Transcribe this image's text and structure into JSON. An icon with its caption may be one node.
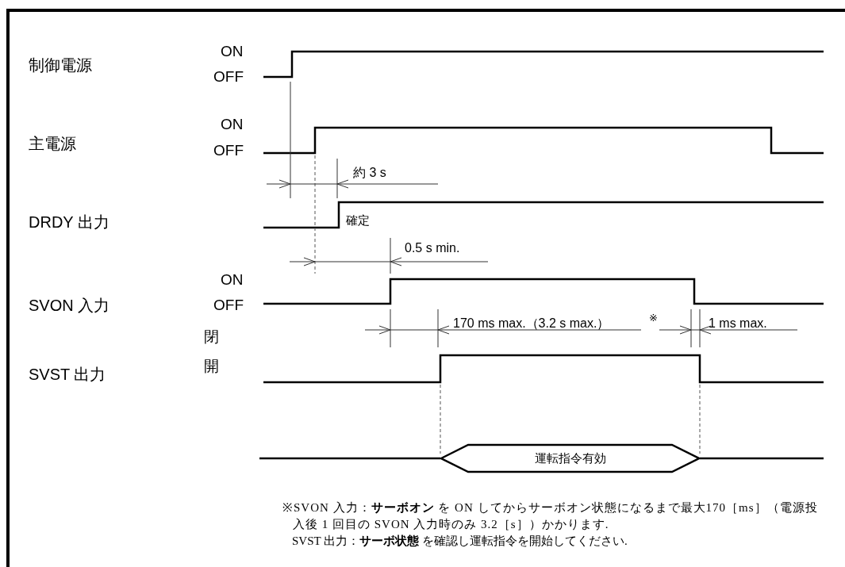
{
  "diagram": {
    "nodes": [
      {
        "text": [
          "運転指令有効"
        ]
      }
    ],
    "labels": [
      "制御電源",
      "ON",
      "OFF",
      "主電源",
      "ON",
      "OFF",
      "約 3 s",
      "DRDY 出力",
      "確定",
      "0.5 s min.",
      "SVON 入力",
      "ON",
      "OFF",
      "170 ms max.（3.2 s max.）",
      "※",
      "1 ms max.",
      "閉",
      "開",
      "SVST 出力",
      "※SVON 入力：**サーボオン** を ON してからサーボオン状態になるまで最大170［ms］（電源投入後 1 回目の SVON 入力時のみ 3.2［s］）かかります.",
      "SVST 出力：**サーボ状態** を確認し運転指令を開始してください."
    ]
  }
}
